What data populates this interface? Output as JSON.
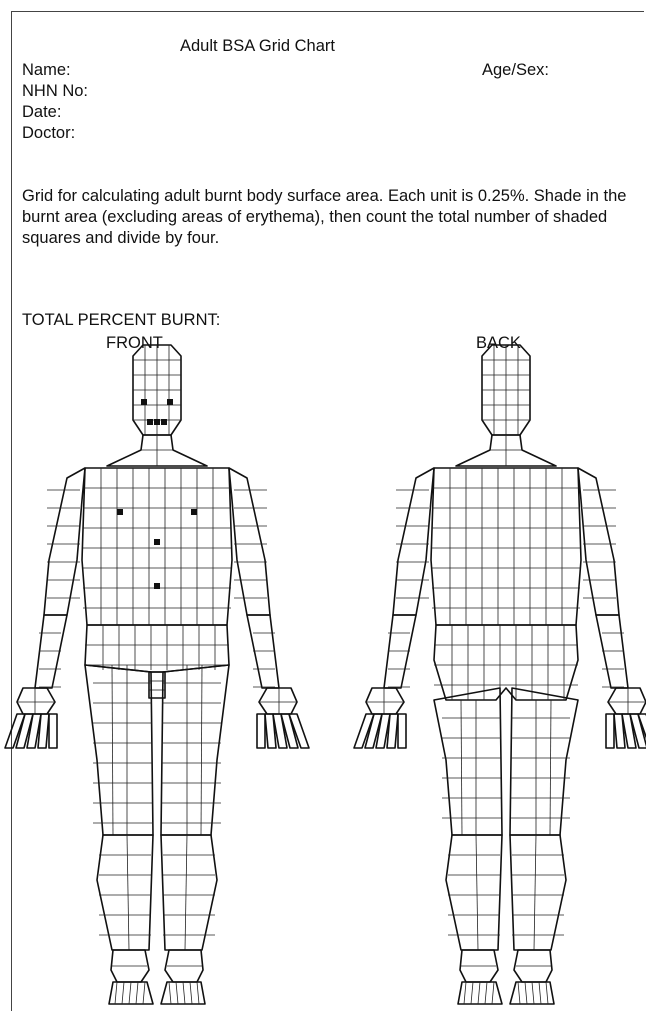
{
  "form": {
    "title": "Adult BSA Grid Chart",
    "name_label": "Name:",
    "age_sex_label": "Age/Sex:",
    "nhn_label": "NHN No:",
    "date_label": "Date:",
    "doctor_label": "Doctor:",
    "instructions": "Grid for calculating adult burnt body surface area. Each unit is 0.25%. Shade in the burnt area (excluding areas of erythema), then count the total number of shaded squares and divide by four.",
    "total_label": "TOTAL PERCENT BURNT:"
  },
  "views": [
    {
      "label": "FRONT"
    },
    {
      "label": "BACK"
    }
  ]
}
